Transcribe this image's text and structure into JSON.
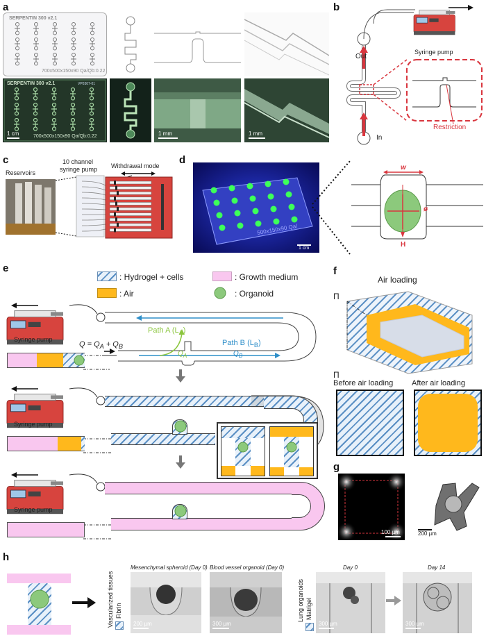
{
  "panels": {
    "a": "a",
    "b": "b",
    "c": "c",
    "d": "d",
    "e": "e",
    "f": "f",
    "g": "g",
    "h": "h"
  },
  "a": {
    "chip_title": "SERPENTIN 300 v2.1",
    "chip_dims": "700x500x150x90 Qa/Qb:0.22",
    "chip_title_2": "SERPENTIN 300 v2.1",
    "chip_code": "VP0307-01",
    "chip_dims_2": "700x500x150x90 Qa/Qb:0.22",
    "scale_1cm": "1 cm",
    "scale_1mm_a": "1 mm",
    "scale_1mm_b": "1 mm"
  },
  "b": {
    "out_label": "Out",
    "in_label": "In",
    "pump_label": "Syringe pump",
    "restriction_label": "Restriction"
  },
  "c": {
    "reservoirs": "Reservoirs",
    "pump_label_1": "10 channel",
    "pump_label_2": "syringe pump",
    "mode_label": "Withdrawal mode"
  },
  "d": {
    "chip_text": "500x150x90 Qa/",
    "scale": "1 cm",
    "w": "w",
    "phi": "ø",
    "h": "H"
  },
  "e": {
    "legend_hydrogel": ": Hydrogel + cells",
    "legend_medium": ": Growth medium",
    "legend_air": ": Air",
    "legend_organoid": ": Organoid",
    "pump_label": "Syringe pump",
    "path_a": "Path A  (L",
    "path_a_sub": "A",
    "path_b": "Path B (L",
    "path_b_sub": "B",
    "q_eq": "Q = Q",
    "q_a_sub": "A",
    "q_plus": " + Q",
    "q_b_sub": "B",
    "qa": "Q",
    "qa_sub": "A",
    "qb": "Q",
    "qb_sub": "B"
  },
  "f": {
    "title": "Air loading",
    "pi_1": "Π",
    "pi_2": "Π",
    "before": "Before air loading",
    "after": "After air loading"
  },
  "g": {
    "scale_1": "100 µm",
    "scale_2": "200 µm"
  },
  "h": {
    "vasc_label": "Vascularized tissues",
    "fibrin": "Fibrin",
    "meso_title": "Mesenchymal spheroid (Day 0)",
    "bvo_title": "Blood vessel organoid (Day 0)",
    "lung_label": "Lung organoids",
    "matrigel": "Matrigel",
    "day0": "Day 0",
    "day14": "Day 14",
    "scale_1": "200 µm",
    "scale_2": "300 µm",
    "scale_3": "300 µm",
    "scale_4": "300 µm"
  },
  "colors": {
    "pump_red": "#d7443e",
    "hydrogel_blue": "#5a8fc4",
    "medium_pink": "#f9c7ef",
    "air_yellow": "#ffb81c",
    "organoid_green": "#7ccb5c",
    "flow_blue": "#2f8fc9",
    "path_green": "#8cc63f",
    "restriction_red": "#d9363e"
  }
}
